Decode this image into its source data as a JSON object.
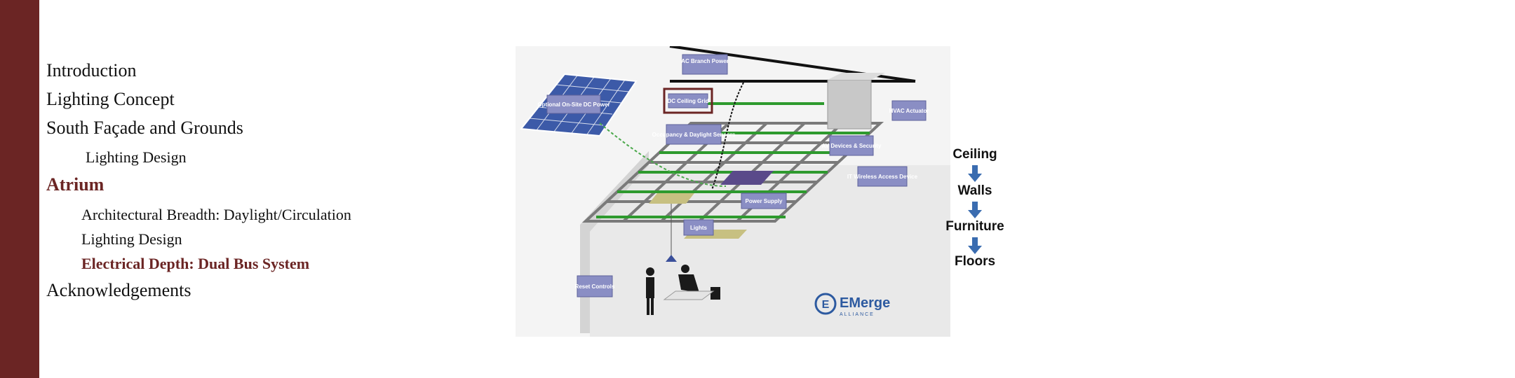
{
  "outline": [
    {
      "label": "Introduction",
      "level": 1,
      "active": false
    },
    {
      "label": "Lighting Concept",
      "level": 1,
      "active": false
    },
    {
      "label": "South Façade and Grounds",
      "level": 1,
      "active": false
    },
    {
      "label": "Lighting Design",
      "level": 2,
      "active": false
    },
    {
      "label": "Atrium",
      "level": 1,
      "active": true
    },
    {
      "label": "Architectural Breadth: Daylight/Circulation",
      "level": 2,
      "active": false
    },
    {
      "label": "Lighting Design",
      "level": 2,
      "active": false
    },
    {
      "label": "Electrical Depth: Dual Bus System",
      "level": 2,
      "active": true
    },
    {
      "label": "Acknowledgements",
      "level": 1,
      "active": false
    }
  ],
  "diagram": {
    "labels": {
      "ac_branch": "AC Branch Power",
      "optional_dc": "Optional On-Site DC Power",
      "dc_grid": "DC Ceiling Grid",
      "hvac": "HVAC Actuator",
      "occupancy": "Occupancy & Daylight Sensors",
      "av_devices": "AV Devices & Security",
      "it_wireless": "IT Wireless Access Device",
      "power_supply": "Power Supply",
      "lights": "Lights",
      "reset": "Reset Controls"
    },
    "logo_text": "EMerge",
    "logo_sub": "ALLIANCE"
  },
  "flow": [
    "Ceiling",
    "Walls",
    "Furniture",
    "Floors"
  ],
  "colors": {
    "accent": "#6b2524",
    "grid_green": "#2e9a2e",
    "label_box": "#8a8ec4",
    "arrow": "#3a6cb0"
  }
}
